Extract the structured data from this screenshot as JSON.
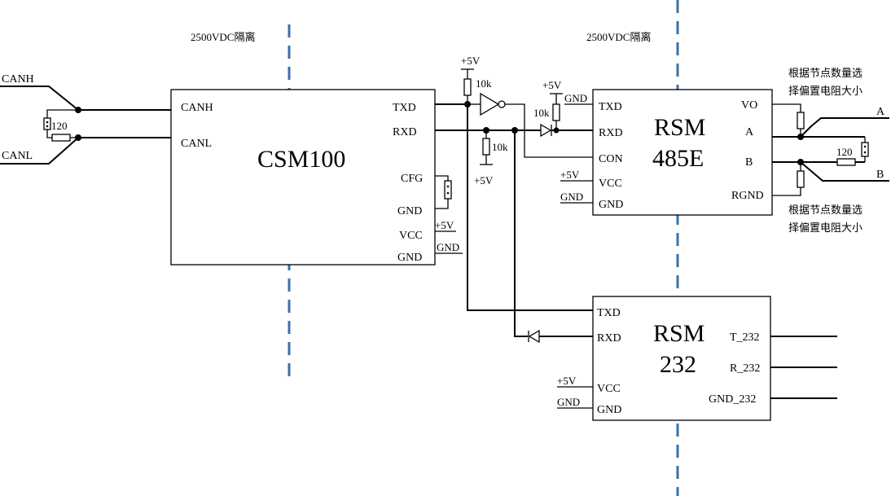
{
  "isolation": {
    "label_left": "2500VDC隔离",
    "label_right": "2500VDC隔离"
  },
  "bus": {
    "canh": "CANH",
    "canl": "CANL",
    "terminator": "120"
  },
  "csm100": {
    "name": "CSM100",
    "pins": {
      "canh": "CANH",
      "canl": "CANL",
      "txd": "TXD",
      "rxd": "RXD",
      "cfg": "CFG",
      "gnd1": "GND",
      "vcc": "VCC",
      "gnd2": "GND"
    },
    "vcc_supply": "+5V",
    "gnd_supply": "GND"
  },
  "middle": {
    "pullup_top_supply": "+5V",
    "pullup_top_value": "10k",
    "pullup_bottom_value": "10k",
    "pullup_bottom_supply": "+5V",
    "con_supply": "+5V",
    "con_resistor_value": "10k",
    "con_gnd": "GND"
  },
  "rsm485e": {
    "name_line1": "RSM",
    "name_line2": "485E",
    "pins": {
      "txd": "TXD",
      "rxd": "RXD",
      "con": "CON",
      "vcc": "VCC",
      "gnd": "GND",
      "vo": "VO",
      "a": "A",
      "b": "B",
      "rgnd": "RGND"
    },
    "vcc_supply": "+5V",
    "gnd_supply": "GND",
    "bias_note_top_1": "根据节点数量选",
    "bias_note_top_2": "择偏置电阻大小",
    "bias_note_bottom_1": "根据节点数量选",
    "bias_note_bottom_2": "择偏置电阻大小",
    "terminator": "120",
    "line_a": "A",
    "line_b": "B"
  },
  "rsm232": {
    "name_line1": "RSM",
    "name_line2": "232",
    "pins": {
      "txd": "TXD",
      "rxd": "RXD",
      "vcc": "VCC",
      "gnd": "GND",
      "t232": "T_232",
      "r232": "R_232",
      "gnd232": "GND_232"
    },
    "vcc_supply": "+5V",
    "gnd_supply": "GND"
  }
}
